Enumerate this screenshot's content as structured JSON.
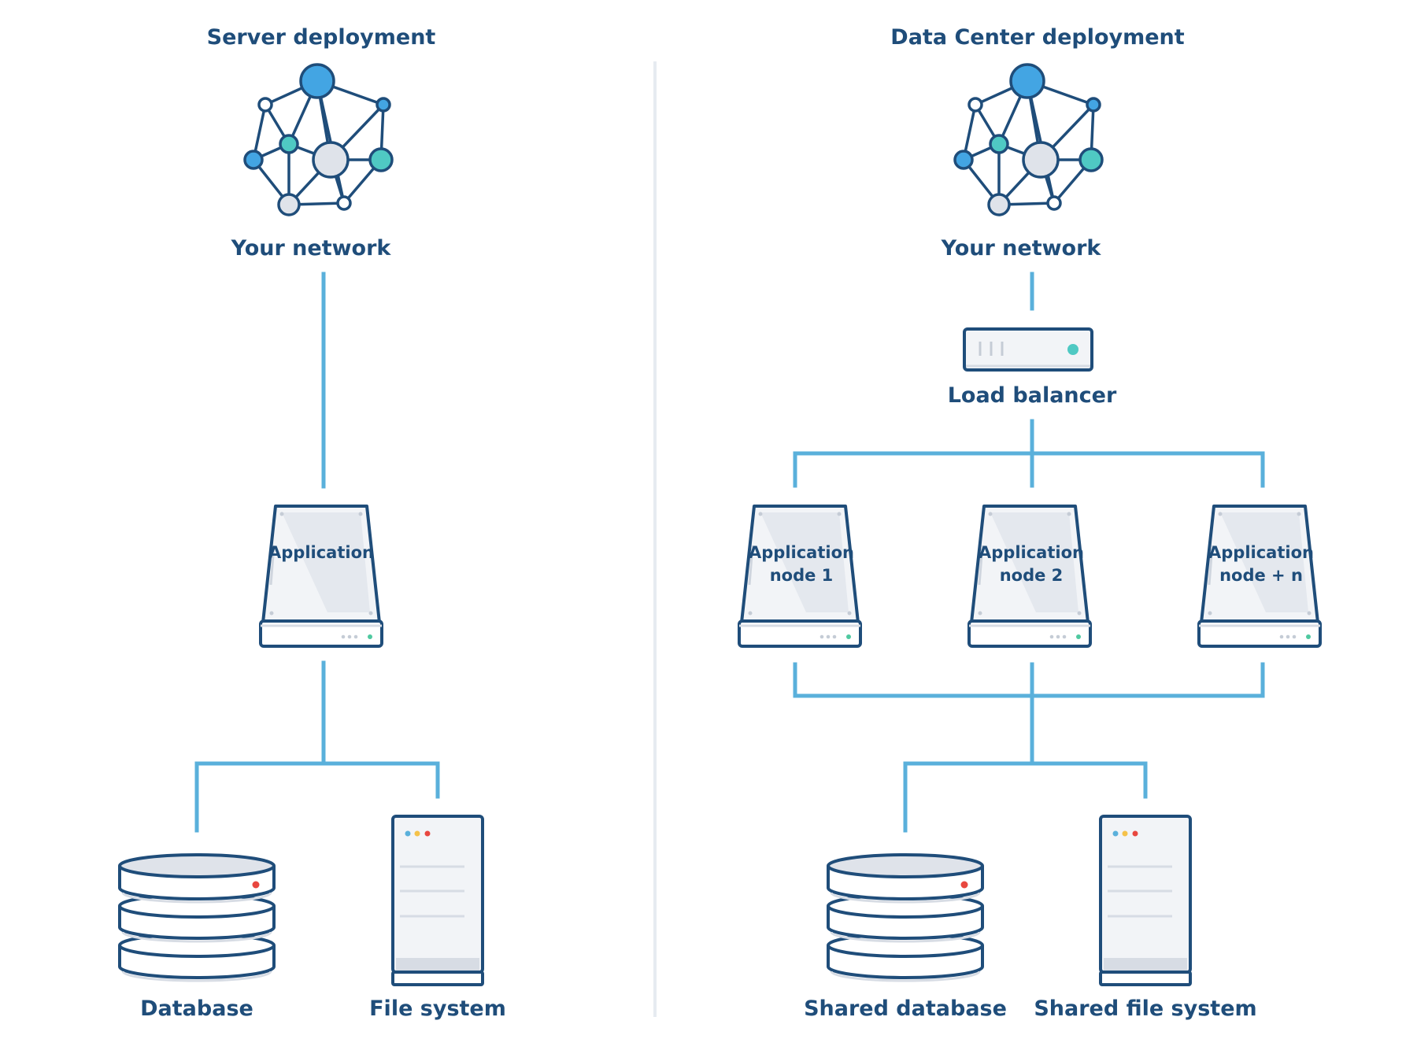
{
  "left": {
    "title": "Server deployment",
    "network_label": "Your network",
    "application_label": "Application",
    "database_label": "Database",
    "filesystem_label": "File system"
  },
  "right": {
    "title": "Data Center deployment",
    "network_label": "Your network",
    "load_balancer_label": "Load balancer",
    "nodes": [
      {
        "line1": "Application",
        "line2": "node 1"
      },
      {
        "line1": "Application",
        "line2": "node 2"
      },
      {
        "line1": "Application",
        "line2": "node + n"
      }
    ],
    "database_label": "Shared database",
    "filesystem_label": "Shared file system"
  },
  "colors": {
    "connector": "#5ab0db",
    "outline": "#1f4d7a",
    "node_blue": "#43a5e3",
    "node_teal": "#4fc9c3",
    "node_gray": "#dfe3ea",
    "divider": "#e6ebf1",
    "status_red": "#e8473f",
    "status_yellow": "#f5c24a",
    "status_green": "#4fc9a0"
  },
  "icons": [
    "network-icon",
    "load-balancer-icon",
    "server-icon",
    "database-icon",
    "file-server-icon"
  ]
}
